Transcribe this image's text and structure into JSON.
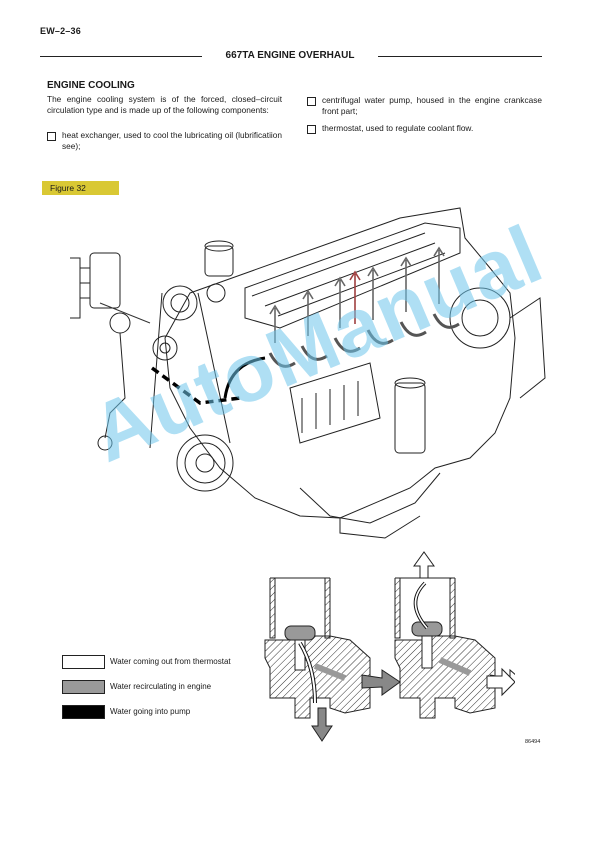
{
  "header": {
    "page_code": "EW–2–36",
    "title": "667TA ENGINE OVERHAUL"
  },
  "section": {
    "title": "ENGINE COOLING",
    "intro": "The engine cooling system is of the forced, closed–circuit circulation type and is made up of the following components:",
    "bullets": [
      "heat exchanger, used to cool the lubricating oil (lubrificatiion see);",
      "centrifugal water pump, housed in the engine crankcase front part;",
      "thermostat, used to regulate coolant flow."
    ]
  },
  "figure": {
    "label": "Figure 32",
    "code": "86494",
    "legend": [
      {
        "text": "Water coming out from thermostat",
        "color": "#ffffff"
      },
      {
        "text": "Water recirculating in engine",
        "color": "#9a9a9a"
      },
      {
        "text": "Water going into pump",
        "color": "#000000"
      }
    ]
  },
  "watermark": "AutoManual"
}
